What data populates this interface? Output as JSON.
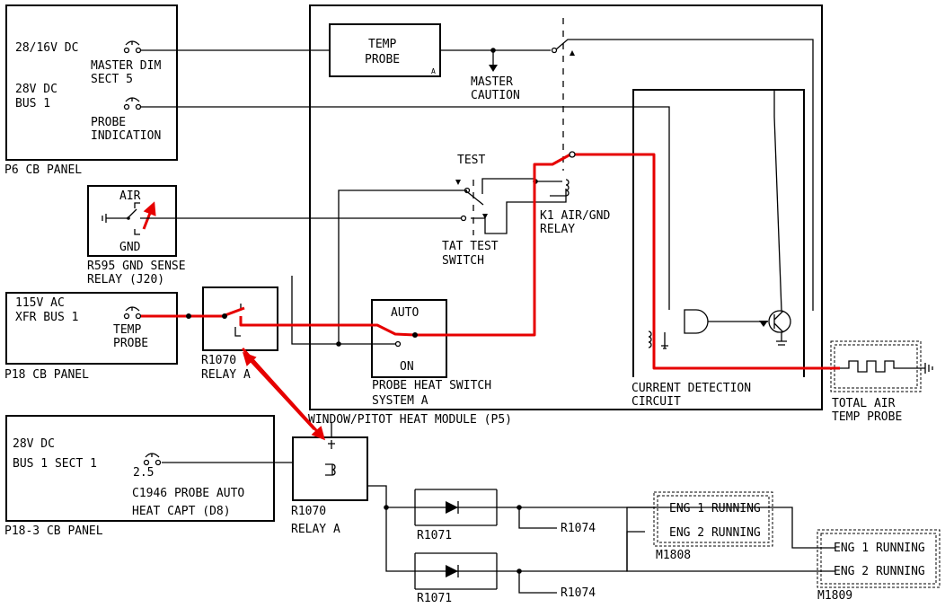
{
  "p6_panel": {
    "label": "P6 CB PANEL",
    "bus1_a": "28/16V DC",
    "breaker1_a": "MASTER DIM",
    "breaker1_b": "SECT 5",
    "bus2_a": "28V DC",
    "bus2_b": "BUS 1",
    "breaker2_a": "PROBE",
    "breaker2_b": "INDICATION"
  },
  "gnd_sense": {
    "air": "AIR",
    "gnd": "GND",
    "label_a": "R595 GND SENSE",
    "label_b": "RELAY (J20)"
  },
  "p18_panel": {
    "label": "P18 CB PANEL",
    "bus_a": "115V AC",
    "bus_b": "XFR BUS 1",
    "breaker_a": "TEMP",
    "breaker_b": "PROBE"
  },
  "relay_upper": {
    "label_a": "R1070",
    "label_b": "RELAY A"
  },
  "p18_3_panel": {
    "label": "P18-3 CB PANEL",
    "bus_a": "28V DC",
    "bus_b": "BUS 1 SECT 1",
    "rating": "2.5",
    "breaker_a": "C1946 PROBE AUTO",
    "breaker_b": "HEAT CAPT (D8)"
  },
  "relay_lower": {
    "label_a": "R1070",
    "label_b": "RELAY A"
  },
  "module": {
    "label": "WINDOW/PITOT HEAT MODULE (P5)",
    "temp_probe_a": "TEMP",
    "temp_probe_b": "PROBE",
    "temp_probe_tag": "A",
    "master_caution_a": "MASTER",
    "master_caution_b": "CAUTION",
    "test": "TEST",
    "tat_a": "TAT TEST",
    "tat_b": "SWITCH",
    "k1_a": "K1 AIR/GND",
    "k1_b": "RELAY",
    "auto": "AUTO",
    "on": "ON",
    "phs_a": "PROBE HEAT SWITCH",
    "phs_b": "SYSTEM A",
    "cdc_a": "CURRENT DETECTION",
    "cdc_b": "CIRCUIT"
  },
  "tat_probe": {
    "label_a": "TOTAL AIR",
    "label_b": "TEMP PROBE"
  },
  "diodes": {
    "upper_label": "R1071",
    "lower_label": "R1071",
    "upper_relay": "R1074",
    "lower_relay": "R1074"
  },
  "m1808": {
    "label": "M1808",
    "eng1": "ENG 1 RUNNING",
    "eng2": "ENG 2 RUNNING"
  },
  "m1809": {
    "label": "M1809",
    "eng1": "ENG 1 RUNNING",
    "eng2": "ENG 2 RUNNING"
  },
  "colors": {
    "highlight": "#e60000",
    "line": "#000000"
  }
}
